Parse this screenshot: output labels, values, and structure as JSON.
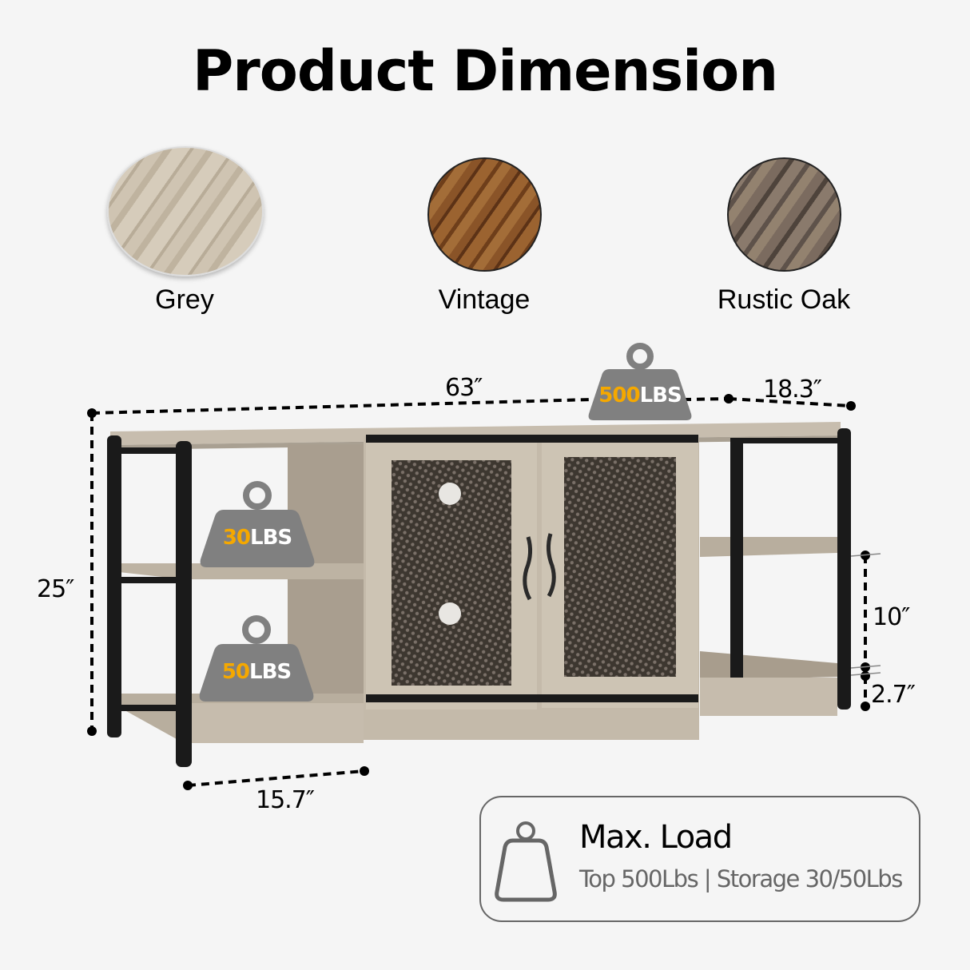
{
  "header": {
    "title": "Product Dimension"
  },
  "finishes": [
    {
      "label": "Grey",
      "color": "#c7bba9"
    },
    {
      "label": "Vintage",
      "color": "#7a4a22"
    },
    {
      "label": "Rustic Oak",
      "color": "#6e6055"
    }
  ],
  "dimensions": {
    "width": "63″",
    "depth_top": "18.3″",
    "height": "25″",
    "depth_bottom": "15.7″",
    "shelf_gap": "10″",
    "base_height": "2.7″"
  },
  "weights": {
    "top": {
      "value": "500",
      "unit": "LBS"
    },
    "middle_shelf": {
      "value": "30",
      "unit": "LBS"
    },
    "bottom_shelf": {
      "value": "50",
      "unit": "LBS"
    }
  },
  "max_load": {
    "title": "Max. Load",
    "subtitle": "Top 500Lbs | Storage 30/50Lbs",
    "icon": "weight-icon"
  },
  "colors": {
    "accent": "#f5a800",
    "weight_fill": "#808080",
    "frame_black": "#1a1a1a",
    "wood_grey": "#bfb5a6"
  }
}
